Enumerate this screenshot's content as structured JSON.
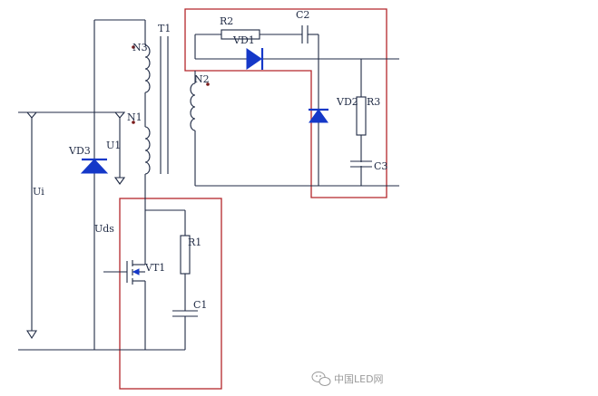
{
  "labels": {
    "T1": "T1",
    "N1": "N1",
    "N2": "N2",
    "N3": "N3",
    "R1": "R1",
    "R2": "R2",
    "R3": "R3",
    "C1": "C1",
    "C2": "C2",
    "C3": "C3",
    "VD1": "VD1",
    "VD2": "VD2",
    "VD3": "VD3",
    "VT1": "VT1",
    "U1": "U1",
    "Ui": "Ui",
    "Uds": "Uds"
  },
  "watermark": {
    "text": "中国LED网",
    "icon": "wechat-logo-icon"
  },
  "colors": {
    "wire": "#1f2a44",
    "diode": "#1538c8",
    "highlight_box": "#b3262b",
    "watermark": "#9a9a9a"
  }
}
